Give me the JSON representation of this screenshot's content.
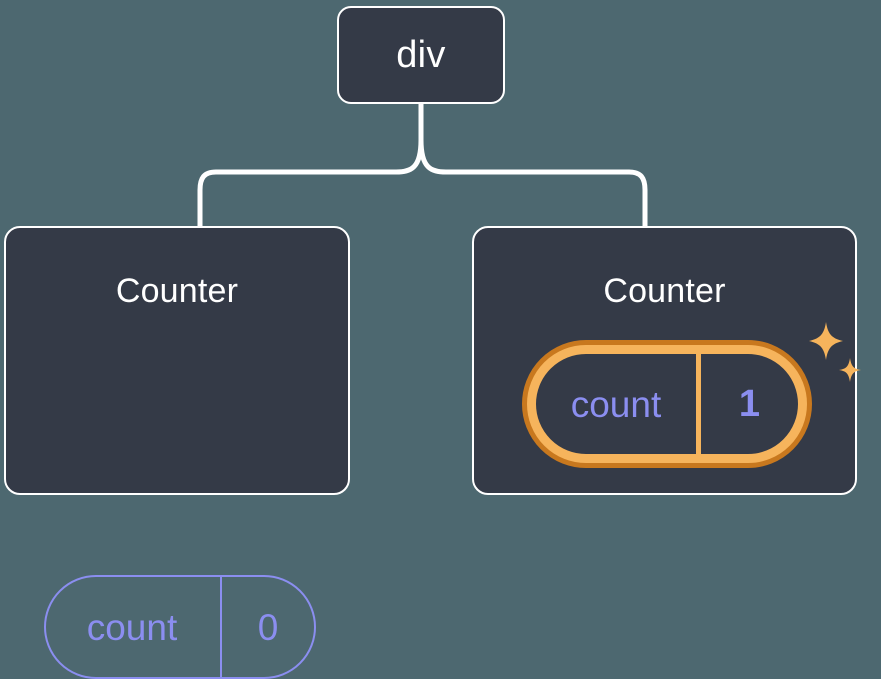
{
  "diagram": {
    "type": "component-tree",
    "background_color": "#4d6870",
    "node_fill_color": "#343a47",
    "node_border_color": "#ffffff",
    "connector_color": "#ffffff",
    "state_color": "#8b8ef0",
    "highlight_outer_color": "#c8781e",
    "highlight_inner_color": "#f6b45c",
    "sparkle_color": "#f6b45c"
  },
  "root": {
    "label": "div"
  },
  "children": [
    {
      "title": "Counter",
      "state": {
        "key": "count",
        "value": "0"
      },
      "highlighted": false
    },
    {
      "title": "Counter",
      "state": {
        "key": "count",
        "value": "1"
      },
      "highlighted": true,
      "sparkle_icons": [
        "sparkle-large-icon",
        "sparkle-small-icon"
      ]
    }
  ]
}
